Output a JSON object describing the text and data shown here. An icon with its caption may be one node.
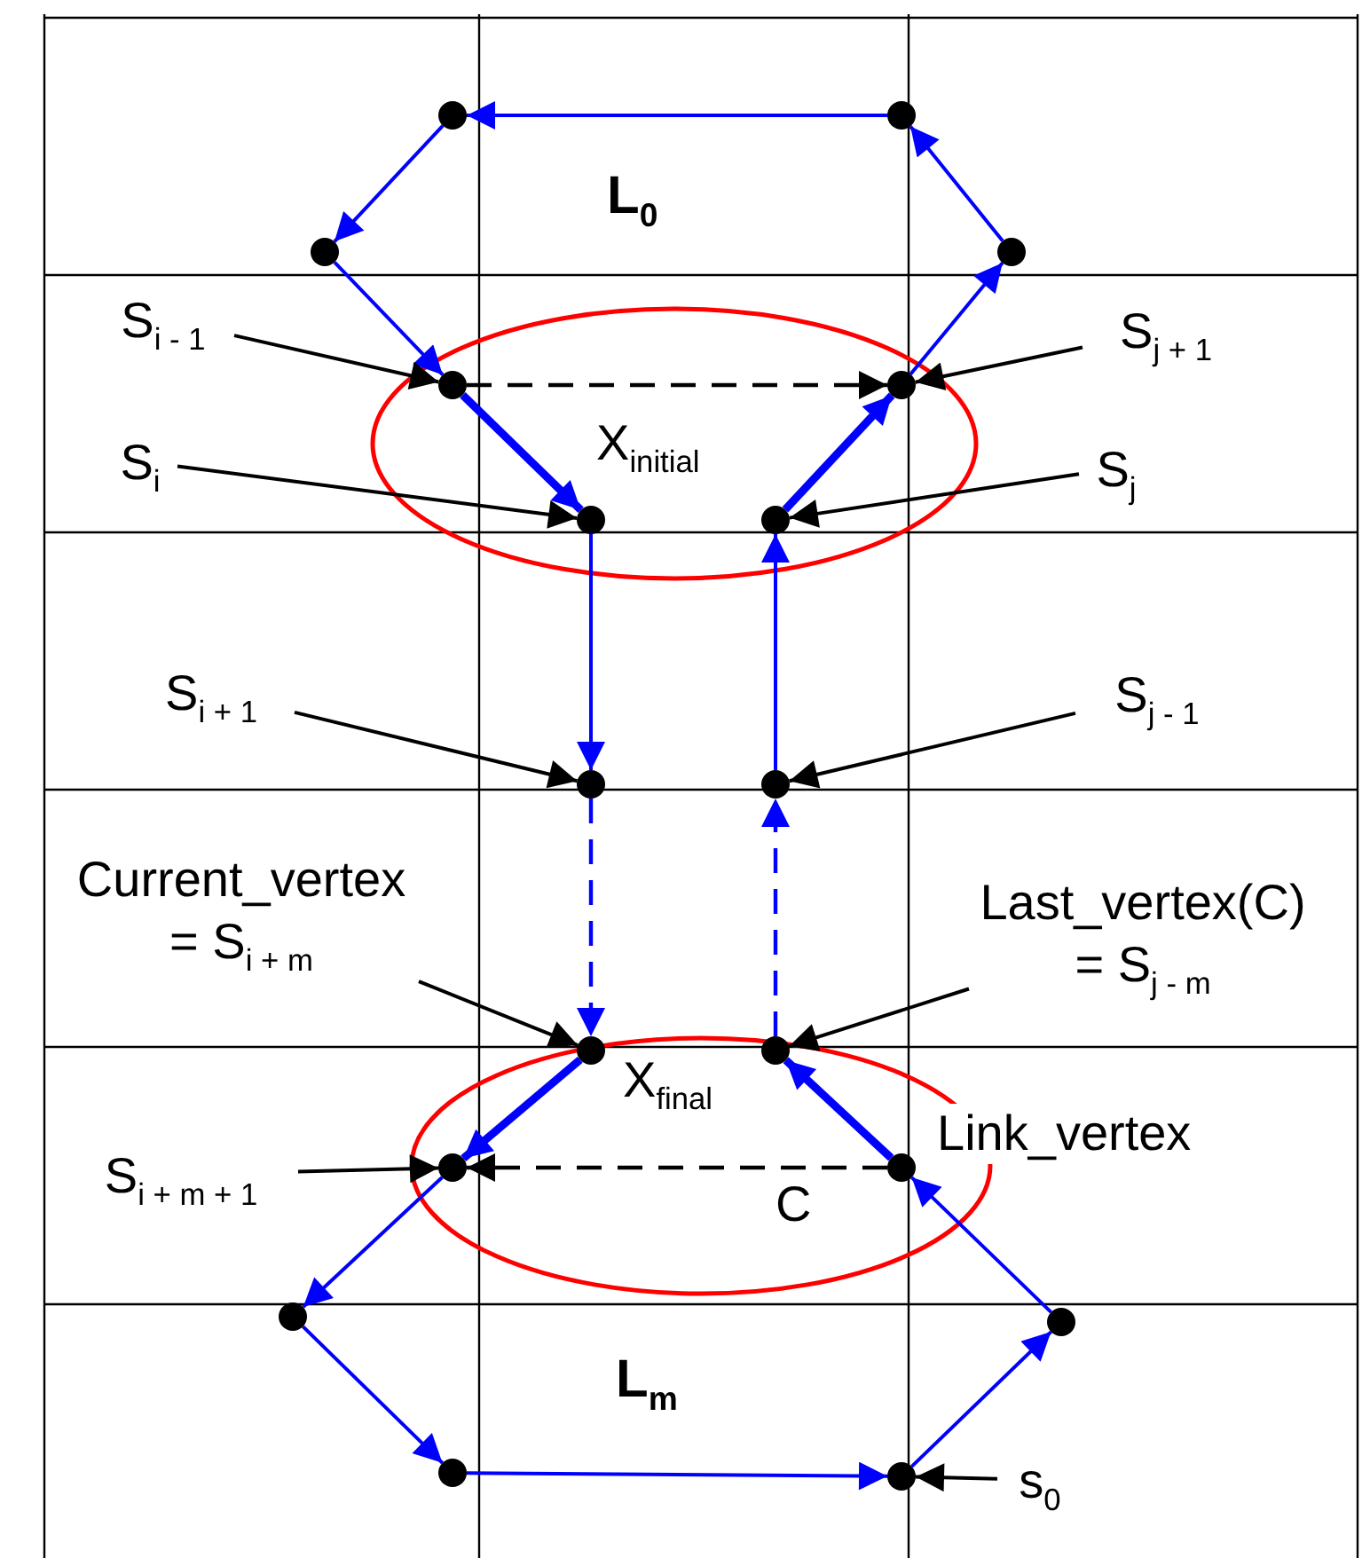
{
  "diagram": {
    "nodes": [
      {
        "text": [],
        "shape": "circle"
      },
      {
        "text": [],
        "shape": "circle"
      },
      {
        "text": [],
        "shape": "circle"
      },
      {
        "text": [],
        "shape": "circle"
      },
      {
        "text": [
          "S$_{i - 1}$"
        ]
      },
      {
        "text": [
          "S$_{j + 1}$"
        ]
      },
      {
        "text": [],
        "shape": "circle"
      },
      {
        "text": [],
        "shape": "circle"
      },
      {
        "text": [
          "S$_{i}$"
        ]
      },
      {
        "text": [
          "S$_{j}$"
        ]
      },
      {
        "text": [],
        "shape": "circle"
      },
      {
        "text": [],
        "shape": "circle"
      },
      {
        "text": [
          "S$_{i + 1}$"
        ]
      },
      {
        "text": [
          "S$_{j - 1}$"
        ]
      },
      {
        "text": [],
        "shape": "circle"
      },
      {
        "text": [],
        "shape": "circle"
      },
      {
        "text": [
          "Current_vertex = S$_{i + m}$"
        ]
      },
      {
        "text": [
          "Last_vertex(C) = S$_{j - m}$"
        ]
      },
      {
        "text": [],
        "shape": "circle"
      },
      {
        "text": [],
        "shape": "circle"
      },
      {
        "text": [
          "S$_{i + m + 1}$"
        ]
      },
      {
        "text": [],
        "shape": "circle"
      },
      {
        "text": [],
        "shape": "circle",
        "beside": [
          "Link_vertex"
        ]
      },
      {
        "text": [],
        "shape": "circle"
      },
      {
        "text": [],
        "shape": "circle"
      },
      {
        "text": [],
        "shape": "circle"
      },
      {
        "text": [],
        "shape": "circle"
      },
      {
        "text": [
          "s$_{0}$"
        ]
      }
    ],
    "edges": [
      {
        "from": 1,
        "to": 0,
        "arrow": "to"
      },
      {
        "from": 0,
        "to": 2,
        "arrow": "to"
      },
      {
        "from": 2,
        "to": 6,
        "arrow": "to"
      },
      {
        "from": 6,
        "to": 10,
        "arrow": "to",
        "style": "thick"
      },
      {
        "from": 10,
        "to": 14,
        "arrow": "to"
      },
      {
        "from": 14,
        "to": 18,
        "arrow": "to",
        "style": "dashed"
      },
      {
        "from": 18,
        "to": 21,
        "arrow": "to",
        "style": "thick"
      },
      {
        "from": 21,
        "to": 23,
        "arrow": "to"
      },
      {
        "from": 23,
        "to": 25,
        "arrow": "to"
      },
      {
        "from": 25,
        "to": 26,
        "arrow": "to"
      },
      {
        "from": 26,
        "to": 24,
        "arrow": "to"
      },
      {
        "from": 24,
        "to": 22,
        "arrow": "to"
      },
      {
        "from": 22,
        "to": 19,
        "arrow": "to",
        "style": "thick"
      },
      {
        "from": 19,
        "to": 15,
        "arrow": "to",
        "style": "dashed"
      },
      {
        "from": 15,
        "to": 11,
        "arrow": "to"
      },
      {
        "from": 11,
        "to": 7,
        "arrow": "to",
        "style": "thick"
      },
      {
        "from": 7,
        "to": 3,
        "arrow": "to"
      },
      {
        "from": 3,
        "to": 1,
        "arrow": "to"
      },
      {
        "from": 6,
        "to": 7,
        "arrow": "to",
        "style": "dashed",
        "color": "#000000"
      },
      {
        "from": 22,
        "to": 21,
        "arrow": "to",
        "style": "dashed",
        "color": "#000000"
      },
      {
        "from": 4,
        "to": 6,
        "arrow": "to",
        "color": "#000000"
      },
      {
        "from": 5,
        "to": 7,
        "arrow": "to",
        "color": "#000000"
      },
      {
        "from": 8,
        "to": 10,
        "arrow": "to",
        "color": "#000000"
      },
      {
        "from": 9,
        "to": 11,
        "arrow": "to",
        "color": "#000000"
      },
      {
        "from": 12,
        "to": 14,
        "arrow": "to",
        "color": "#000000"
      },
      {
        "from": 13,
        "to": 15,
        "arrow": "to",
        "color": "#000000"
      },
      {
        "from": 16,
        "to": 18,
        "arrow": "to",
        "color": "#000000"
      },
      {
        "from": 17,
        "to": 19,
        "arrow": "to",
        "color": "#000000"
      },
      {
        "from": 20,
        "to": 21,
        "arrow": "to",
        "color": "#000000"
      },
      {
        "from": 27,
        "to": 26,
        "arrow": "to",
        "color": "#000000"
      }
    ],
    "labels": [
      "L$_{0}$",
      "X$_{initial}$",
      "X$_{final}$",
      "C",
      "L$_{m}$"
    ]
  }
}
